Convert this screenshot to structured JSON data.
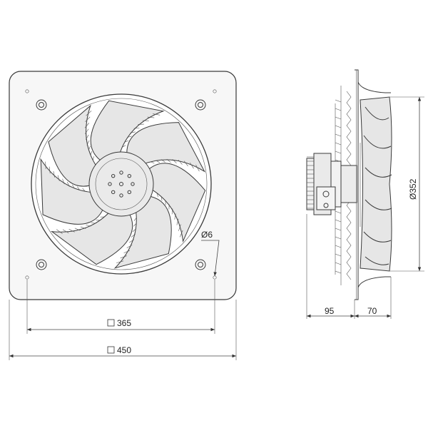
{
  "dimensions": {
    "bolt_spacing": "365",
    "plate_width": "450",
    "hole_diameter": "Ø6",
    "motor_depth": "95",
    "fan_depth": "70",
    "impeller_diameter": "Ø352"
  },
  "colors": {
    "line": "#3a3a3a",
    "blade_fill": "#e6e6e6",
    "plate_fill": "#f7f7f7"
  },
  "symbols": {
    "square_symbol": "square-icon"
  }
}
